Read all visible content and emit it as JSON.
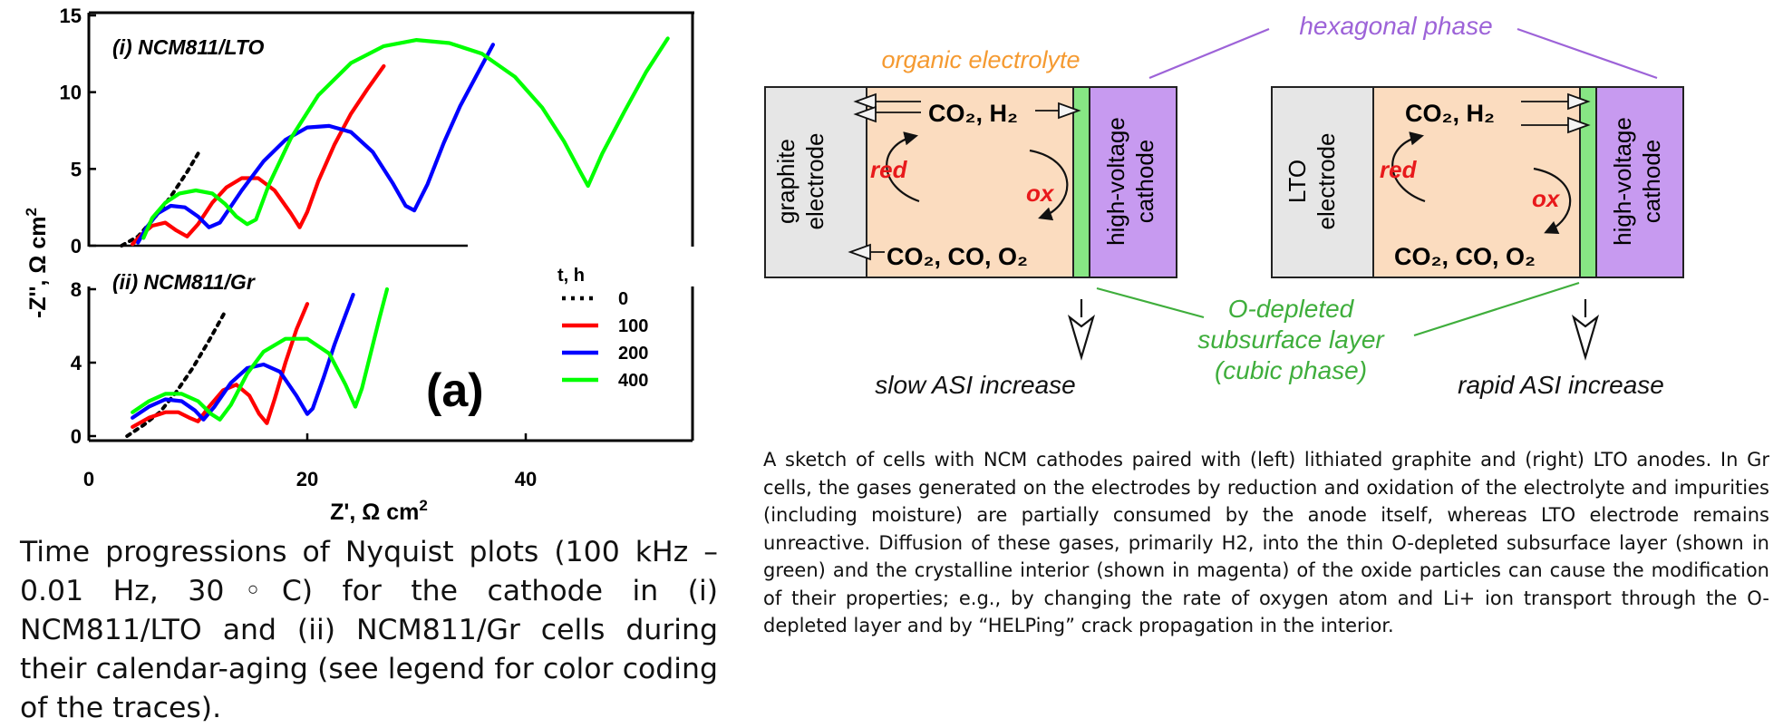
{
  "chart_data": [
    {
      "type": "line",
      "panel_label": "(i) NCM811/LTO",
      "xlim": [
        0,
        55
      ],
      "ylim": [
        0,
        15
      ],
      "yticks": [
        "0",
        "5",
        "10",
        "15"
      ],
      "series": [
        {
          "name": "0",
          "color": "#000000",
          "dashed": true,
          "x": [
            3.0,
            4.5,
            6.0,
            7.5,
            9.0,
            10.0
          ],
          "y": [
            0.0,
            0.6,
            1.8,
            3.2,
            4.8,
            6.0
          ]
        },
        {
          "name": "100",
          "color": "#ff0000",
          "x": [
            4.0,
            4.8,
            5.8,
            7.0,
            8.0,
            9.0,
            10.0,
            11.3,
            12.6,
            14.0,
            15.5,
            17.0,
            18.5,
            19.3,
            20.0,
            21.0,
            22.5,
            24.0,
            25.5,
            27.0
          ],
          "y": [
            0.1,
            0.7,
            1.3,
            1.5,
            1.0,
            0.6,
            1.4,
            2.8,
            3.8,
            4.4,
            4.4,
            3.6,
            2.1,
            1.2,
            2.2,
            4.2,
            6.6,
            8.6,
            10.2,
            11.7
          ]
        },
        {
          "name": "200",
          "color": "#0000ff",
          "x": [
            4.5,
            5.3,
            6.3,
            7.5,
            8.8,
            10.0,
            11.0,
            12.0,
            14.0,
            16.0,
            18.0,
            20.0,
            22.0,
            24.0,
            26.0,
            27.8,
            29.0,
            29.8,
            31.0,
            32.5,
            34.0,
            35.5,
            37.0
          ],
          "y": [
            0.2,
            1.2,
            2.1,
            2.6,
            2.5,
            1.9,
            1.2,
            1.5,
            3.6,
            5.5,
            6.9,
            7.7,
            7.8,
            7.4,
            6.1,
            4.1,
            2.6,
            2.3,
            4.0,
            6.7,
            9.1,
            11.1,
            13.1
          ]
        },
        {
          "name": "400",
          "color": "#00ff00",
          "x": [
            5.0,
            5.8,
            7.0,
            8.3,
            9.8,
            11.3,
            12.5,
            13.5,
            14.5,
            15.3,
            16.5,
            18.5,
            21.0,
            24.0,
            27.0,
            30.0,
            33.0,
            36.0,
            39.0,
            41.5,
            43.5,
            45.0,
            45.7,
            47.0,
            49.0,
            51.0,
            53.0
          ],
          "y": [
            0.5,
            1.8,
            2.8,
            3.4,
            3.6,
            3.4,
            2.7,
            1.9,
            1.4,
            1.7,
            4.0,
            7.0,
            9.8,
            11.9,
            13.0,
            13.4,
            13.2,
            12.5,
            11.0,
            9.0,
            6.8,
            4.8,
            3.9,
            6.0,
            8.7,
            11.3,
            13.5
          ]
        }
      ]
    },
    {
      "type": "line",
      "panel_label": "(ii) NCM811/Gr",
      "xlim": [
        0,
        55
      ],
      "ylim": [
        0,
        8
      ],
      "yticks": [
        "0",
        "4",
        "8"
      ],
      "xticks": [
        "0",
        "20",
        "40"
      ],
      "xlabel": "Z', Ω cm",
      "xlabel_sup": "2",
      "series": [
        {
          "name": "0",
          "color": "#000000",
          "dashed": true,
          "x": [
            3.5,
            5.0,
            6.5,
            8.0,
            9.5,
            11.0,
            12.5
          ],
          "y": [
            0.0,
            0.6,
            1.3,
            2.4,
            3.7,
            5.2,
            6.8
          ]
        },
        {
          "name": "100",
          "color": "#ff0000",
          "x": [
            4.0,
            5.5,
            7.0,
            8.2,
            9.2,
            10.0,
            11.0,
            12.3,
            13.5,
            14.7,
            15.6,
            16.3,
            17.0,
            18.0,
            19.0,
            20.0
          ],
          "y": [
            0.5,
            1.0,
            1.3,
            1.3,
            1.0,
            0.8,
            1.6,
            2.5,
            2.8,
            2.2,
            1.2,
            0.7,
            2.0,
            4.0,
            5.8,
            7.2
          ]
        },
        {
          "name": "200",
          "color": "#0000ff",
          "x": [
            4.0,
            5.5,
            7.0,
            8.5,
            9.7,
            10.5,
            11.5,
            13.0,
            14.5,
            16.0,
            17.5,
            19.0,
            20.0,
            20.5,
            21.5,
            22.5,
            23.5,
            24.2
          ],
          "y": [
            1.0,
            1.6,
            2.0,
            1.9,
            1.4,
            0.9,
            1.6,
            2.9,
            3.7,
            3.9,
            3.5,
            2.2,
            1.2,
            1.5,
            3.2,
            5.0,
            6.6,
            7.7
          ]
        },
        {
          "name": "400",
          "color": "#00ff00",
          "x": [
            4.0,
            5.5,
            7.0,
            8.5,
            10.0,
            11.2,
            12.0,
            13.0,
            14.5,
            16.0,
            18.0,
            20.0,
            22.0,
            23.5,
            24.4,
            25.0,
            25.8,
            26.6,
            27.3
          ],
          "y": [
            1.3,
            1.9,
            2.3,
            2.3,
            1.9,
            1.2,
            0.9,
            1.7,
            3.4,
            4.6,
            5.3,
            5.3,
            4.5,
            2.8,
            1.6,
            2.6,
            4.5,
            6.4,
            8.0
          ]
        }
      ]
    }
  ],
  "plot_text": {
    "ylabel": "-Z'', Ω cm",
    "ylabel_sup": "2",
    "legend_title": "t, h",
    "panel_tag": "(a)"
  },
  "diagram": {
    "organic_electrolyte": "organic electrolyte",
    "hexagonal_phase": "hexagonal phase",
    "graphite_electrode": [
      "graphite",
      "electrode"
    ],
    "lto_electrode": [
      "LTO",
      "electrode"
    ],
    "cathode": [
      "high-voltage",
      "cathode"
    ],
    "gas_top_left": "CO₂, H₂",
    "gas_top_right": "CO₂, H₂",
    "gas_bottom": "CO₂, CO, O₂",
    "red": "red",
    "ox": "ox",
    "odepleted": [
      "O-depleted",
      "subsurface layer",
      "(cubic phase)"
    ],
    "slow": "slow ASI increase",
    "rapid": "rapid ASI increase",
    "colors": {
      "electrolyte": "#fbdcbf",
      "electrode": "#e6e6e6",
      "cathode": "#c79af0",
      "layer": "#87e684",
      "orange_text": "#f59a31",
      "purple_text": "#9d63d8",
      "green_text": "#3fae3c",
      "red_text": "#e8191b"
    }
  },
  "captions": {
    "left": "Time progressions of Nyquist plots (100 kHz – 0.01 Hz, 30◦C) for the cathode in (i) NCM811/LTO and (ii) NCM811/Gr cells during their calendar-aging (see legend for color coding of the traces).",
    "right": "A sketch of cells with NCM cathodes paired with (left) lithiated graphite and (right) LTO anodes. In Gr cells, the gases generated on the electrodes by reduction and oxidation of the electrolyte and impurities (including moisture) are partially consumed by the anode itself, whereas LTO electrode remains unreactive. Diffusion of these gases, primarily H2, into the thin O-depleted subsurface layer (shown in green) and the crystalline interior (shown in magenta) of the oxide particles can cause the modification of their properties; e.g., by changing the rate of oxygen atom and Li+ ion transport through the O-depleted layer and by “HELPing” crack propagation in the interior."
  }
}
